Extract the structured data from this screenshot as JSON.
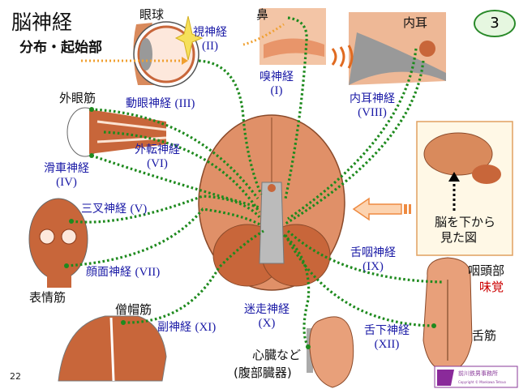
{
  "title": {
    "main": "脳神経",
    "sub": "分布・起始部"
  },
  "slide_badge": "3",
  "page_number": "22",
  "organs": {
    "eyeball": "眼球",
    "nose": "鼻",
    "inner_ear": "内耳",
    "extraocular": "外眼筋",
    "facial_muscles": "表情筋",
    "trapezius": "僧帽筋",
    "pharynx": "咽頭部",
    "taste": "味覚",
    "tongue_muscle": "舌筋",
    "heart_line1": "心臓など",
    "heart_line2": "(腹部臓器)"
  },
  "nerves": {
    "olfactory": {
      "name": "嗅神経",
      "num": "(I)"
    },
    "optic": {
      "name": "視神経",
      "num": "(II)"
    },
    "oculomotor": {
      "name": "動眼神経",
      "num": "(III)"
    },
    "trochlear": {
      "name": "滑車神経",
      "num": "(IV)"
    },
    "trigeminal": {
      "name": "三叉神経",
      "num": "(V)"
    },
    "abducens": {
      "name": "外転神経",
      "num": "(VI)"
    },
    "facial": {
      "name": "顔面神経",
      "num": "(VII)"
    },
    "vestibulocochlear": {
      "name": "内耳神経",
      "num": "(VIII)"
    },
    "glossopharyngeal": {
      "name": "舌咽神経",
      "num": "(IX)"
    },
    "vagus": {
      "name": "迷走神経",
      "num": "(X)"
    },
    "accessory": {
      "name": "副神経",
      "num": "(XI)"
    },
    "hypoglossal": {
      "name": "舌下神経",
      "num": "(XII)"
    }
  },
  "inset": {
    "line1": "脳を下から",
    "line2": "見た図"
  },
  "logo": {
    "text": "前川鉄男事務所",
    "copyright": "Copyright © Maekawa Tetsuo Publishing INC."
  },
  "colors": {
    "nerve_line": "#1e8a1e",
    "nerve_label": "#1a1aa6",
    "taste": "#cc0000",
    "tissue": "#c8663a",
    "badge_fill": "#e6f7e0"
  }
}
